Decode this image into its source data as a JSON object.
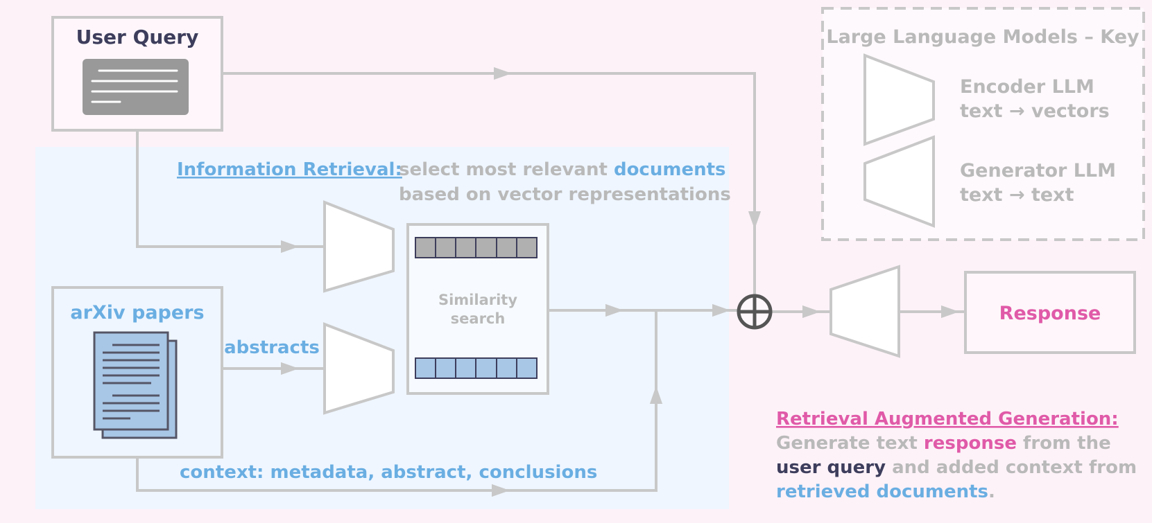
{
  "user_query": {
    "title": "User Query"
  },
  "arxiv": {
    "title": "arXiv papers"
  },
  "ir": {
    "heading": "Information Retrieval:",
    "line1_plain": "select most relevant ",
    "line1_highlight": "documents",
    "line2": "based on vector representations"
  },
  "similarity": {
    "line1": "Similarity",
    "line2": "search"
  },
  "labels": {
    "abstracts": "abstracts",
    "context": "context: metadata, abstract, conclusions"
  },
  "response": {
    "label": "Response"
  },
  "key": {
    "title": "Large Language Models – Key",
    "encoder_name": "Encoder LLM",
    "encoder_desc": "text → vectors",
    "generator_name": "Generator LLM",
    "generator_desc": "text → text"
  },
  "rag": {
    "heading": "Retrieval Augmented Generation:",
    "l1_a": "Generate text ",
    "l1_b": "response",
    "l1_c": " from the",
    "l2_a": "user query",
    "l2_b": " and added context from",
    "l3_a": "retrieved documents",
    "l3_b": "."
  },
  "colors": {
    "background": "#fdf2f8",
    "panel": "#eff6ff",
    "line": "#c8c8c8",
    "blue": "#6aaee2",
    "pink": "#e05aa8",
    "dark": "#3d3d5c",
    "grey_text": "#b9b9b9",
    "vector_grey": "#b0b0b0",
    "vector_blue": "#a8c6e6"
  }
}
